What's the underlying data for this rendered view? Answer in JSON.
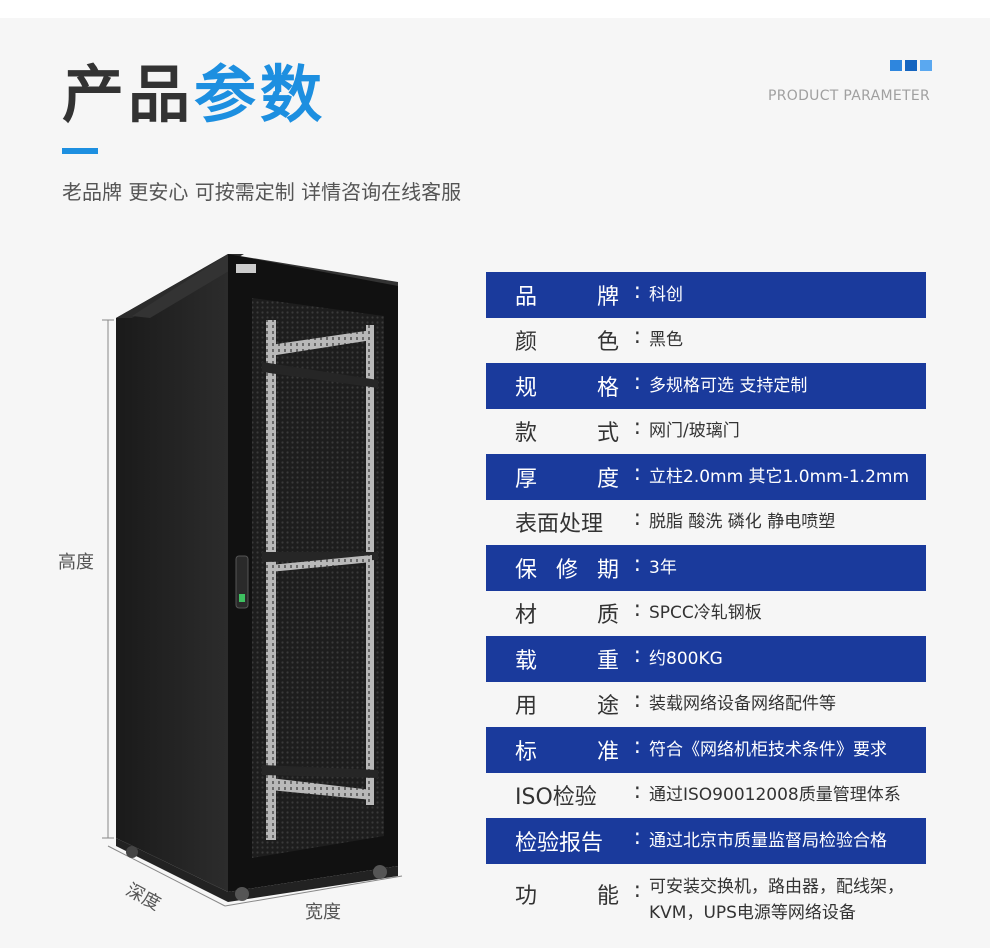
{
  "header": {
    "title_dark": "产品",
    "title_blue": "参数",
    "subtitle": "老品牌 更安心 可按需定制 详情咨询在线客服",
    "en_label": "PRODUCT PARAMETER"
  },
  "dimensions": {
    "height": "高度",
    "depth": "深度",
    "width": "宽度"
  },
  "colors": {
    "accent": "#1d8fe0",
    "row_blue": "#1a3a9c"
  },
  "specs": [
    {
      "key": "品牌",
      "value": "科创",
      "style": "blue"
    },
    {
      "key": "颜色",
      "value": "黑色",
      "style": "plain"
    },
    {
      "key": "规格",
      "value": "多规格可选 支持定制",
      "style": "blue"
    },
    {
      "key": "款式",
      "value": "网门/玻璃门",
      "style": "plain"
    },
    {
      "key": "厚度",
      "value": "立柱2.0mm 其它1.0mm-1.2mm",
      "style": "blue"
    },
    {
      "key": "表面处理",
      "value": "脱脂 酸洗 磷化 静电喷塑",
      "style": "plain"
    },
    {
      "key": "保修期",
      "value": "3年",
      "style": "blue"
    },
    {
      "key": "材质",
      "value": "SPCC冷轧钢板",
      "style": "plain"
    },
    {
      "key": "载重",
      "value": "约800KG",
      "style": "blue"
    },
    {
      "key": "用途",
      "value": "装载网络设备网络配件等",
      "style": "plain"
    },
    {
      "key": "标准",
      "value": "符合《网络机柜技术条件》要求",
      "style": "blue"
    },
    {
      "key": "ISO检验",
      "value": "通过ISO90012008质量管理体系",
      "style": "plain"
    },
    {
      "key": "检验报告",
      "value": "通过北京市质量监督局检验合格",
      "style": "blue"
    },
    {
      "key": "功能",
      "value": "可安装交换机，路由器，配线架，",
      "value2": "KVM，UPS电源等网络设备",
      "style": "plain"
    }
  ]
}
